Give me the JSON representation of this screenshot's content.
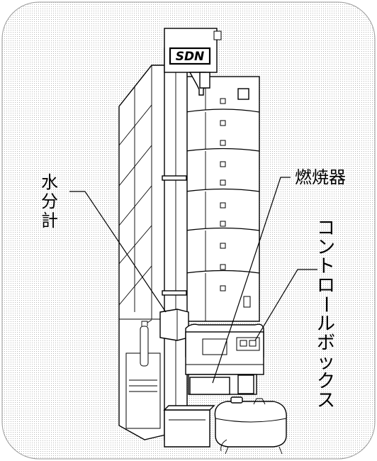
{
  "brand": {
    "logo_text": "SDN"
  },
  "labels": {
    "moisture_meter": [
      "水",
      "分",
      "計"
    ],
    "burner": "燃焼器",
    "control_box": [
      "コ",
      "ン",
      "ト",
      "ロ",
      "ー",
      "ル",
      "ボ",
      "ッ",
      "ク",
      "ス"
    ]
  },
  "colors": {
    "ink": "#000000",
    "paper": "#ffffff",
    "dot": "#b5b5b5"
  }
}
